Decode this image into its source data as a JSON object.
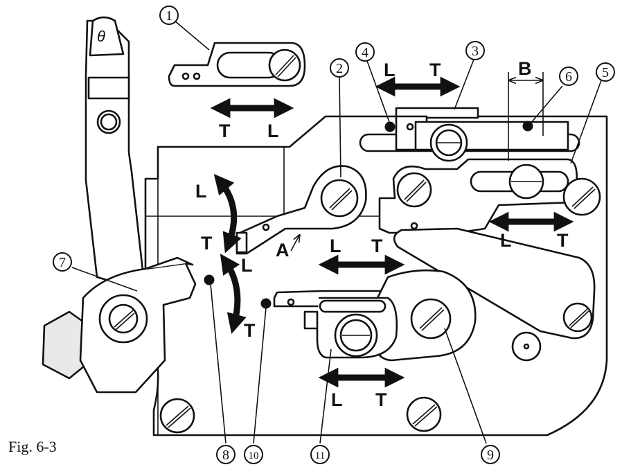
{
  "figure": {
    "caption": "Fig. 6-3"
  },
  "callouts": {
    "c1": "1",
    "c2": "2",
    "c3": "3",
    "c4": "4",
    "c5": "5",
    "c6": "6",
    "c7": "7",
    "c8": "8",
    "c9": "9",
    "c10": "10",
    "c11": "11"
  },
  "letters": {
    "a1_t": "T",
    "a1_l": "L",
    "a2_l": "L",
    "a2_t": "T",
    "a3_l": "L",
    "a3_t": "T",
    "a4_l": "L",
    "a4_t": "T",
    "a5_l": "L",
    "a5_t": "T",
    "a6_l": "L",
    "a6_t": "T",
    "a7_l": "L",
    "a7_t": "T",
    "point_a": "A",
    "dim_b": "B"
  }
}
